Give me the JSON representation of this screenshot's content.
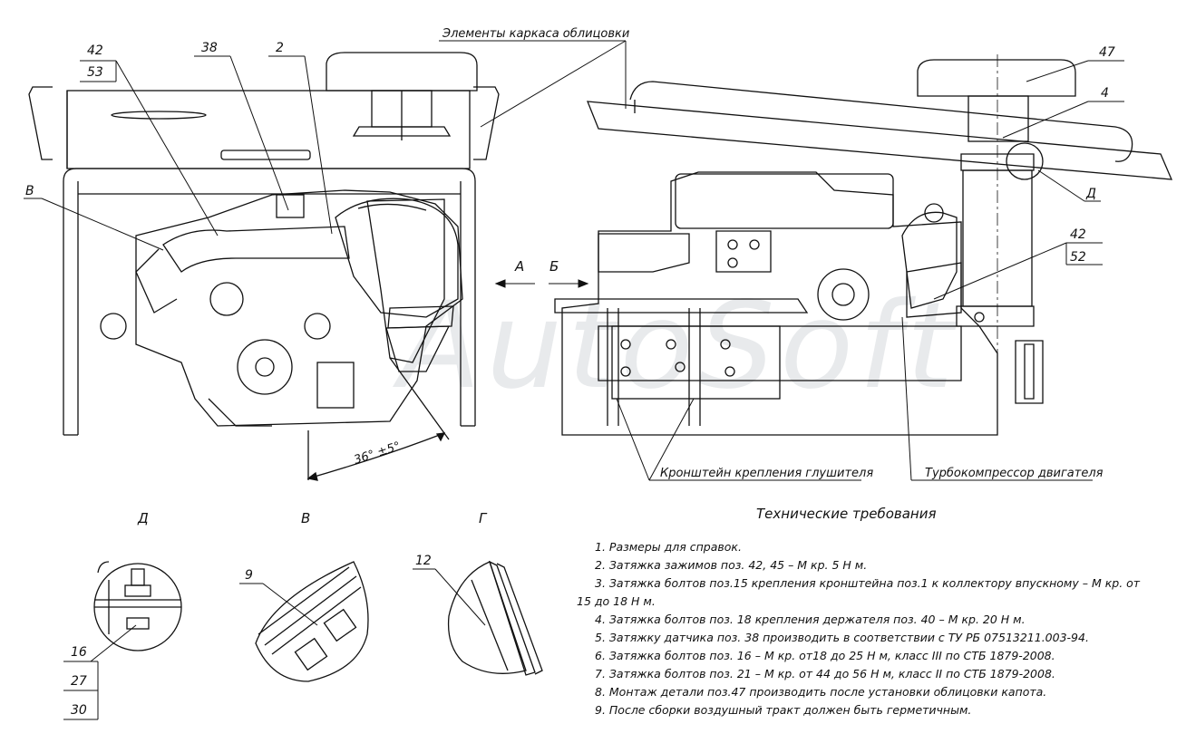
{
  "labels": {
    "frame_elements": "Элементы каркаса облицовки",
    "muffler_bracket": "Кронштейн крепления глушителя",
    "turbocharger": "Турбокомпрессор двигателя",
    "angle": "36° ±5°",
    "view_a": "А",
    "view_b": "Б",
    "view_v_left": "В",
    "callouts": {
      "c42_left": "42",
      "c53": "53",
      "c38": "38",
      "c2": "2",
      "c47": "47",
      "c4": "4",
      "c_d_top": "Д",
      "c42_right": "42",
      "c52": "52"
    }
  },
  "details": {
    "d": {
      "title": "Д",
      "labels": [
        "16",
        "27",
        "30"
      ]
    },
    "v": {
      "title": "В",
      "label": "9"
    },
    "g": {
      "title": "Г",
      "label": "12"
    }
  },
  "requirements": {
    "title": "Технические требования",
    "items": [
      "1. Размеры для справок.",
      "2. Затяжка зажимов поз. 42, 45 – М кр. 5 Н м.",
      "3. Затяжка болтов поз.15 крепления кронштейна поз.1 к коллектору впускному – М кр. от",
      "15 до 18 Н м.",
      "4. Затяжка болтов поз. 18 крепления держателя поз. 40 – М кр. 20 Н м.",
      "5. Затяжку датчика поз. 38 производить в соответствии с ТУ РБ 07513211.003-94.",
      "6. Затяжка болтов поз. 16 – М кр. от18 до 25 Н м, класс III по СТБ 1879-2008.",
      "7. Затяжка болтов поз. 21 – М кр. от 44 до 56 Н м, класс II по СТБ 1879-2008.",
      "8. Монтаж детали поз.47 производить после установки облицовки капота.",
      "9. После сборки воздушный тракт должен быть герметичным."
    ]
  },
  "watermark": "AutoSoft"
}
